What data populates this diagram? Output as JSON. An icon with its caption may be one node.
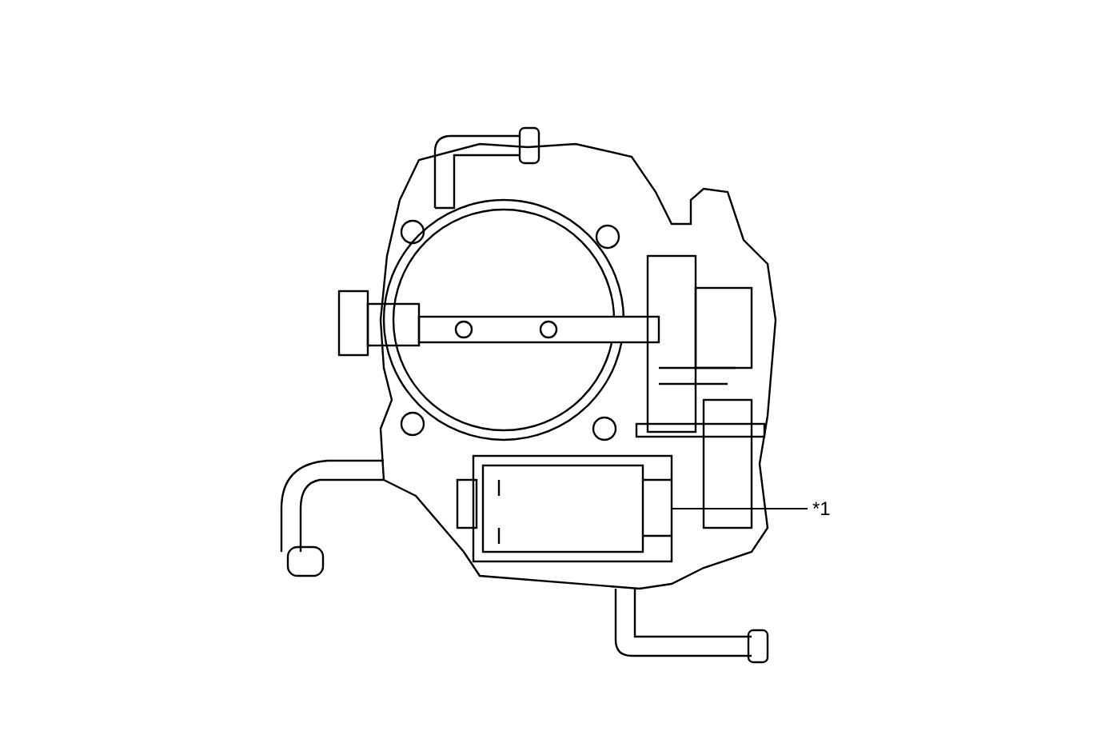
{
  "diagram": {
    "nodes": [
      {
        "text": [
          "*1"
        ]
      },
      {
        "text": [],
        "shape": "picture"
      }
    ],
    "edges": [
      {
        "from": 0,
        "to": 1,
        "arrow": "none"
      }
    ]
  }
}
